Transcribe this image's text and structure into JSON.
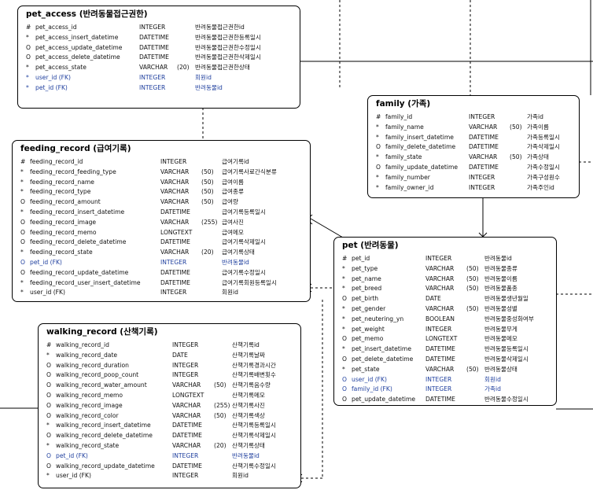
{
  "entities": {
    "pet_access": {
      "title": "pet_access (반려동물접근권한)",
      "columns": [
        {
          "marker": "#",
          "name": "pet_access_id",
          "type": "INTEGER",
          "len": "",
          "comment": "반려동물접근권한id",
          "fk": false
        },
        {
          "marker": "*",
          "name": "pet_access_insert_datetime",
          "type": "DATETIME",
          "len": "",
          "comment": "반려동물접근권한등록일시",
          "fk": false
        },
        {
          "marker": "O",
          "name": "pet_access_update_datetime",
          "type": "DATETIME",
          "len": "",
          "comment": "반려동물접근권한수정일시",
          "fk": false
        },
        {
          "marker": "O",
          "name": "pet_access_delete_datetime",
          "type": "DATETIME",
          "len": "",
          "comment": "반려동물접근권한삭제일시",
          "fk": false
        },
        {
          "marker": "*",
          "name": "pet_access_state",
          "type": "VARCHAR",
          "len": "(20)",
          "comment": "반려동물접근권한상태",
          "fk": false
        },
        {
          "marker": "*",
          "name": "user_id (FK)",
          "type": "INTEGER",
          "len": "",
          "comment": "회원id",
          "fk": true
        },
        {
          "marker": "*",
          "name": "pet_id (FK)",
          "type": "INTEGER",
          "len": "",
          "comment": "반려동물id",
          "fk": true
        }
      ]
    },
    "feeding_record": {
      "title": "feeding_record (급여기록)",
      "columns": [
        {
          "marker": "#",
          "name": "feeding_record_id",
          "type": "INTEGER",
          "len": "",
          "comment": "급여기록id",
          "fk": false
        },
        {
          "marker": "*",
          "name": "feeding_record_feeding_type",
          "type": "VARCHAR",
          "len": "(50)",
          "comment": "급여기록사료간식분류",
          "fk": false
        },
        {
          "marker": "*",
          "name": "feeding_record_name",
          "type": "VARCHAR",
          "len": "(50)",
          "comment": "급여이름",
          "fk": false
        },
        {
          "marker": "*",
          "name": "feeding_record_type",
          "type": "VARCHAR",
          "len": "(50)",
          "comment": "급여종류",
          "fk": false
        },
        {
          "marker": "O",
          "name": "feeding_record_amount",
          "type": "VARCHAR",
          "len": "(50)",
          "comment": "급여량",
          "fk": false
        },
        {
          "marker": "*",
          "name": "feeding_record_insert_datetime",
          "type": "DATETIME",
          "len": "",
          "comment": "급여기록등록일시",
          "fk": false
        },
        {
          "marker": "O",
          "name": "feeding_record_image",
          "type": "VARCHAR",
          "len": "(255)",
          "comment": "급여사진",
          "fk": false
        },
        {
          "marker": "O",
          "name": "feeding_record_memo",
          "type": "LONGTEXT",
          "len": "",
          "comment": "급여메모",
          "fk": false
        },
        {
          "marker": "O",
          "name": "feeding_record_delete_datetime",
          "type": "DATETIME",
          "len": "",
          "comment": "급여기록삭제일시",
          "fk": false
        },
        {
          "marker": "*",
          "name": "feeding_record_state",
          "type": "VARCHAR",
          "len": "(20)",
          "comment": "급여기록상태",
          "fk": false
        },
        {
          "marker": "O",
          "name": "pet_id (FK)",
          "type": "INTEGER",
          "len": "",
          "comment": "반려동물id",
          "fk": true
        },
        {
          "marker": "O",
          "name": "feeding_record_update_datetime",
          "type": "DATETIME",
          "len": "",
          "comment": "급여기록수정일시",
          "fk": false
        },
        {
          "marker": "*",
          "name": "feeding_record_user_insert_datetime",
          "type": "DATETIME",
          "len": "",
          "comment": "급여기록회원등록일시",
          "fk": false
        },
        {
          "marker": "*",
          "name": "user_id (FK)",
          "type": "INTEGER",
          "len": "",
          "comment": "회원id",
          "fk": false
        }
      ]
    },
    "walking_record": {
      "title": "walking_record (산책기록)",
      "columns": [
        {
          "marker": "#",
          "name": "walking_record_id",
          "type": "INTEGER",
          "len": "",
          "comment": "산책기록id",
          "fk": false
        },
        {
          "marker": "*",
          "name": "walking_record_date",
          "type": "DATE",
          "len": "",
          "comment": "산책기록날짜",
          "fk": false
        },
        {
          "marker": "O",
          "name": "walking_record_duration",
          "type": "INTEGER",
          "len": "",
          "comment": "산책기록경과시간",
          "fk": false
        },
        {
          "marker": "O",
          "name": "walking_record_poop_count",
          "type": "INTEGER",
          "len": "",
          "comment": "산책기록배변횟수",
          "fk": false
        },
        {
          "marker": "O",
          "name": "walking_record_water_amount",
          "type": "VARCHAR",
          "len": "(50)",
          "comment": "산책기록음수량",
          "fk": false
        },
        {
          "marker": "O",
          "name": "walking_record_memo",
          "type": "LONGTEXT",
          "len": "",
          "comment": "산책기록메모",
          "fk": false
        },
        {
          "marker": "O",
          "name": "walking_record_image",
          "type": "VARCHAR",
          "len": "(255)",
          "comment": "산책기록사진",
          "fk": false
        },
        {
          "marker": "O",
          "name": "walking_record_color",
          "type": "VARCHAR",
          "len": "(50)",
          "comment": "산책기록색상",
          "fk": false
        },
        {
          "marker": "*",
          "name": "walking_record_insert_datetime",
          "type": "DATETIME",
          "len": "",
          "comment": "산책기록등록일시",
          "fk": false
        },
        {
          "marker": "O",
          "name": "walking_record_delete_datetime",
          "type": "DATETIME",
          "len": "",
          "comment": "산책기록삭제일시",
          "fk": false
        },
        {
          "marker": "*",
          "name": "walking_record_state",
          "type": "VARCHAR",
          "len": "(20)",
          "comment": "산책기록상태",
          "fk": false
        },
        {
          "marker": "O",
          "name": "pet_id (FK)",
          "type": "INTEGER",
          "len": "",
          "comment": "반려동물id",
          "fk": true
        },
        {
          "marker": "O",
          "name": "walking_record_update_datetime",
          "type": "DATETIME",
          "len": "",
          "comment": "산책기록수정일시",
          "fk": false
        },
        {
          "marker": "*",
          "name": "user_id (FK)",
          "type": "INTEGER",
          "len": "",
          "comment": "회원id",
          "fk": false
        }
      ]
    },
    "family": {
      "title": "family (가족)",
      "columns": [
        {
          "marker": "#",
          "name": "family_id",
          "type": "INTEGER",
          "len": "",
          "comment": "가족id",
          "fk": false
        },
        {
          "marker": "*",
          "name": "family_name",
          "type": "VARCHAR",
          "len": "(50)",
          "comment": "가족이름",
          "fk": false
        },
        {
          "marker": "*",
          "name": "family_insert_datetime",
          "type": "DATETIME",
          "len": "",
          "comment": "가족등록일시",
          "fk": false
        },
        {
          "marker": "O",
          "name": "family_delete_datetime",
          "type": "DATETIME",
          "len": "",
          "comment": "가족삭제일시",
          "fk": false
        },
        {
          "marker": "*",
          "name": "family_state",
          "type": "VARCHAR",
          "len": "(50)",
          "comment": "가족상태",
          "fk": false
        },
        {
          "marker": "O",
          "name": "family_update_datetime",
          "type": "DATETIME",
          "len": "",
          "comment": "가족수정일시",
          "fk": false
        },
        {
          "marker": "*",
          "name": "family_number",
          "type": "INTEGER",
          "len": "",
          "comment": "가족구성원수",
          "fk": false
        },
        {
          "marker": "*",
          "name": "family_owner_id",
          "type": "INTEGER",
          "len": "",
          "comment": "가족주인id",
          "fk": false
        }
      ]
    },
    "pet": {
      "title": "pet (반려동물)",
      "columns": [
        {
          "marker": "#",
          "name": "pet_id",
          "type": "INTEGER",
          "len": "",
          "comment": "반려동물id",
          "fk": false
        },
        {
          "marker": "*",
          "name": "pet_type",
          "type": "VARCHAR",
          "len": "(50)",
          "comment": "반려동물종류",
          "fk": false
        },
        {
          "marker": "*",
          "name": "pet_name",
          "type": "VARCHAR",
          "len": "(50)",
          "comment": "반려동물이름",
          "fk": false
        },
        {
          "marker": "*",
          "name": "pet_breed",
          "type": "VARCHAR",
          "len": "(50)",
          "comment": "반려동물품종",
          "fk": false
        },
        {
          "marker": "O",
          "name": "pet_birth",
          "type": "DATE",
          "len": "",
          "comment": "반려동물생년월일",
          "fk": false
        },
        {
          "marker": "*",
          "name": "pet_gender",
          "type": "VARCHAR",
          "len": "(50)",
          "comment": "반려동물성별",
          "fk": false
        },
        {
          "marker": "*",
          "name": "pet_neutering_yn",
          "type": "BOOLEAN",
          "len": "",
          "comment": "반려동물중성화여부",
          "fk": false
        },
        {
          "marker": "*",
          "name": "pet_weight",
          "type": "INTEGER",
          "len": "",
          "comment": "반려동물무게",
          "fk": false
        },
        {
          "marker": "O",
          "name": "pet_memo",
          "type": "LONGTEXT",
          "len": "",
          "comment": "반려동물메모",
          "fk": false
        },
        {
          "marker": "*",
          "name": "pet_insert_datetime",
          "type": "DATETIME",
          "len": "",
          "comment": "반려동물등록일시",
          "fk": false
        },
        {
          "marker": "O",
          "name": "pet_delete_datetime",
          "type": "DATETIME",
          "len": "",
          "comment": "반려동물삭제일시",
          "fk": false
        },
        {
          "marker": "*",
          "name": "pet_state",
          "type": "VARCHAR",
          "len": "(50)",
          "comment": "반려동물상태",
          "fk": false
        },
        {
          "marker": "O",
          "name": "user_id (FK)",
          "type": "INTEGER",
          "len": "",
          "comment": "회원id",
          "fk": true
        },
        {
          "marker": "O",
          "name": "family_id (FK)",
          "type": "INTEGER",
          "len": "",
          "comment": "가족id",
          "fk": true
        },
        {
          "marker": "O",
          "name": "pet_update_datetime",
          "type": "DATETIME",
          "len": "",
          "comment": "반려동물수정일시",
          "fk": false
        }
      ]
    }
  }
}
